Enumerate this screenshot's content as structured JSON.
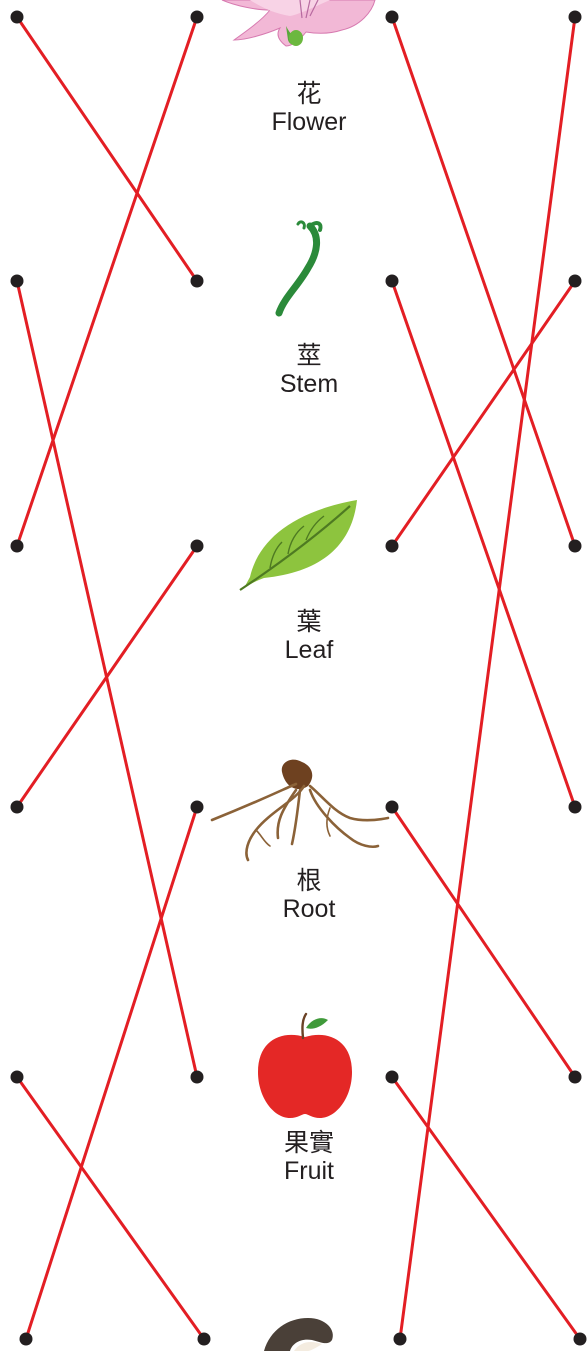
{
  "colors": {
    "line": "#e31e24",
    "dot": "#231f20",
    "text": "#231f20"
  },
  "items": [
    {
      "zh": "花",
      "en": "Flower",
      "icon": "flower-icon"
    },
    {
      "zh": "莖",
      "en": "Stem",
      "icon": "stem-icon"
    },
    {
      "zh": "葉",
      "en": "Leaf",
      "icon": "leaf-icon"
    },
    {
      "zh": "根",
      "en": "Root",
      "icon": "root-icon"
    },
    {
      "zh": "果實",
      "en": "Fruit",
      "icon": "fruit-icon"
    },
    {
      "zh": "",
      "en": "",
      "icon": "seed-icon"
    }
  ]
}
